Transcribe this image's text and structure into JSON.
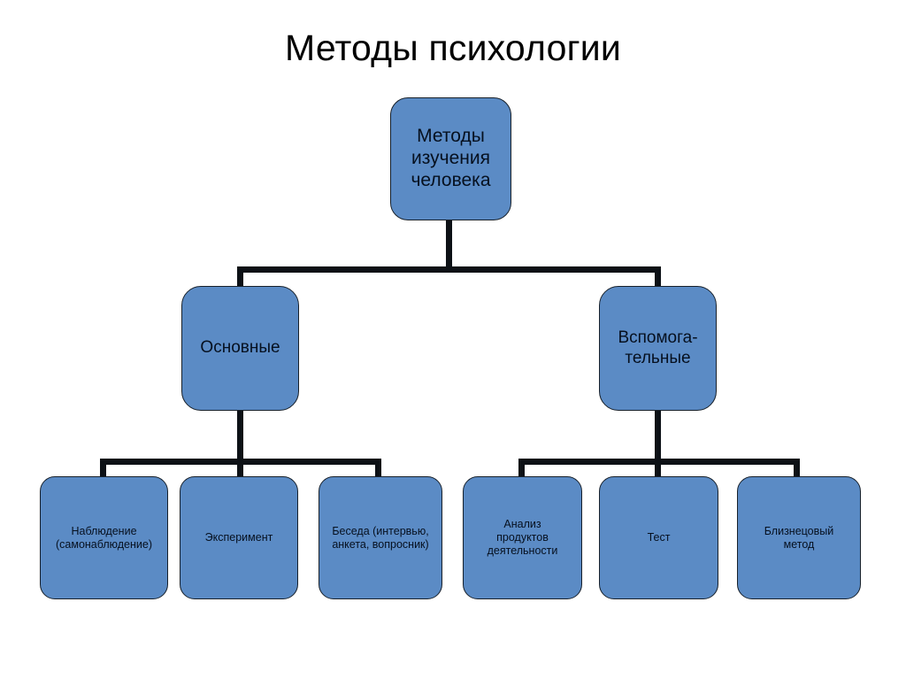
{
  "slide": {
    "title": "Методы психологии",
    "background_color": "#ffffff",
    "node_fill_color": "#5b8bc5",
    "node_border_color": "#17202a",
    "connector_color": "#0d1116",
    "text_color": "#06101f"
  },
  "diagram": {
    "type": "hierarchy-tree",
    "root": {
      "label": "Методы\nизучения\nчеловека"
    },
    "branches": [
      {
        "label": "Основные"
      },
      {
        "label": "Вспомога-\nтельные"
      }
    ],
    "leaves_left": [
      {
        "label": "Наблюдение\n(самонаблюдение)"
      },
      {
        "label": "Эксперимент"
      },
      {
        "label": "Беседа (интервью,\nанкета, вопросник)"
      }
    ],
    "leaves_right": [
      {
        "label": "Анализ\nпродуктов\nдеятельности"
      },
      {
        "label": "Тест"
      },
      {
        "label": "Близнецовый\nметод"
      }
    ]
  }
}
